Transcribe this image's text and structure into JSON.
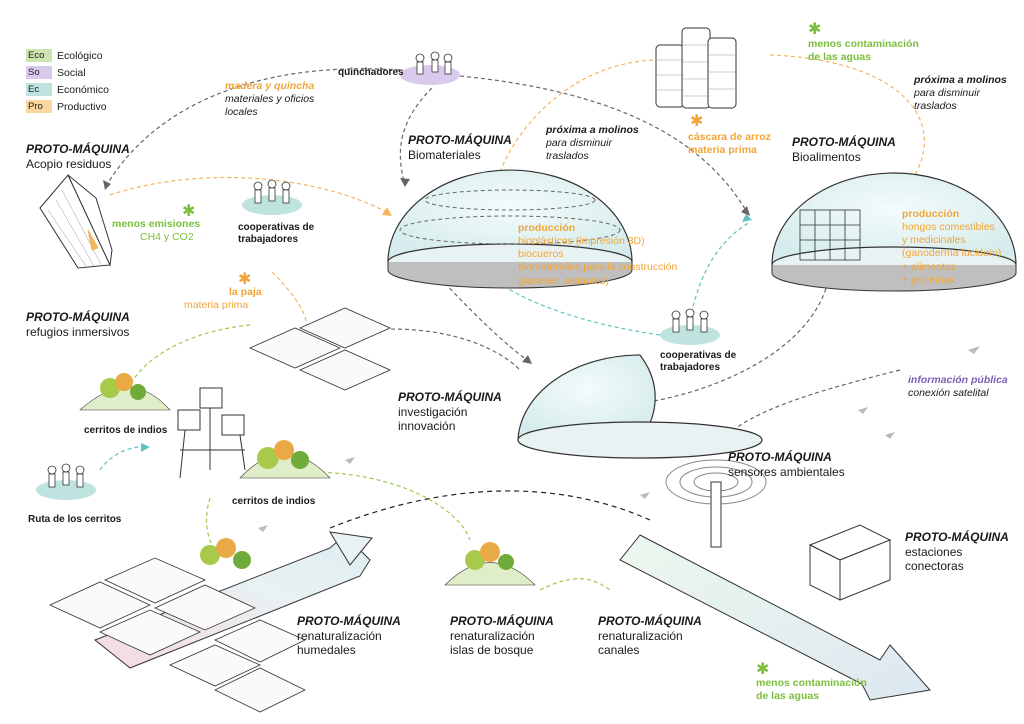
{
  "colors": {
    "eco": "#cfe5b0",
    "social": "#d9c9ec",
    "economico": "#bfe3df",
    "productivo": "#fbd7a0",
    "orange_text": "#f0a538",
    "green_text": "#7cbf3c",
    "purple_text": "#7f5fb5",
    "arrow_gray": "#666666",
    "arrow_orange": "#f3b55e",
    "arrow_green": "#9cc94c",
    "arrow_teal": "#5cc3c0"
  },
  "legend": [
    {
      "tag": "Eco",
      "label": "Ecológico"
    },
    {
      "tag": "So",
      "label": "Social"
    },
    {
      "tag": "Ec",
      "label": "Económico"
    },
    {
      "tag": "Pro",
      "label": "Productivo"
    }
  ],
  "proto_keyword": "PROTO-MÁQUINA",
  "machines": {
    "acopio": "Acopio residuos",
    "biomateriales": "Biomateriales",
    "bioalimentos": "Bioalimentos",
    "refugios": "refugios inmersivos",
    "investigacion": [
      "investigación",
      "innovación"
    ],
    "sensores": "sensores ambientales",
    "estaciones": [
      "estaciones",
      "conectoras"
    ],
    "humedales": [
      "renaturalización",
      "humedales"
    ],
    "islas": [
      "renaturalización",
      "islas de bosque"
    ],
    "canales": [
      "renaturalización",
      "canales"
    ]
  },
  "labels": {
    "quinchadores": "quinchadores",
    "madera_title": "madera y quincha",
    "madera_sub": [
      "materiales y oficios",
      "locales"
    ],
    "proxima_title": "próxima a molinos",
    "proxima_sub": [
      "para disminuir",
      "traslados"
    ],
    "cascara": [
      "cáscara de arroz",
      "materia prima"
    ],
    "contam_top": [
      "menos contaminación",
      "de las aguas"
    ],
    "proxima2_title": "próxima a molinos",
    "proxima2_sub": [
      "para disminuir",
      "traslados"
    ],
    "emisiones": [
      "menos emisiones",
      "CH4 y CO2"
    ],
    "coop1": [
      "cooperativas de",
      "trabajadores"
    ],
    "paja_title": "la paja",
    "paja_sub": "materia prima",
    "produccion_bio_title": "producción",
    "produccion_bio": [
      "bioplásticos (impresión 3D)",
      "biocueros",
      "biomateriales para la construcción",
      "(paneles, aislantes)"
    ],
    "produccion_ali_title": "producción",
    "produccion_ali": [
      "hongos comestibles",
      "y medicinales",
      "(ganoderma lucidum)",
      "+ alimentos",
      "+ proteínas"
    ],
    "coop2": [
      "cooperativas de",
      "trabajadores"
    ],
    "info_title": "información pública",
    "info_sub": "conexión satelital",
    "cerritos1": "cerritos de indios",
    "cerritos2": "cerritos de indios",
    "ruta": "Ruta de los cerritos",
    "contam_bottom": [
      "menos contaminación",
      "de las aguas"
    ]
  }
}
